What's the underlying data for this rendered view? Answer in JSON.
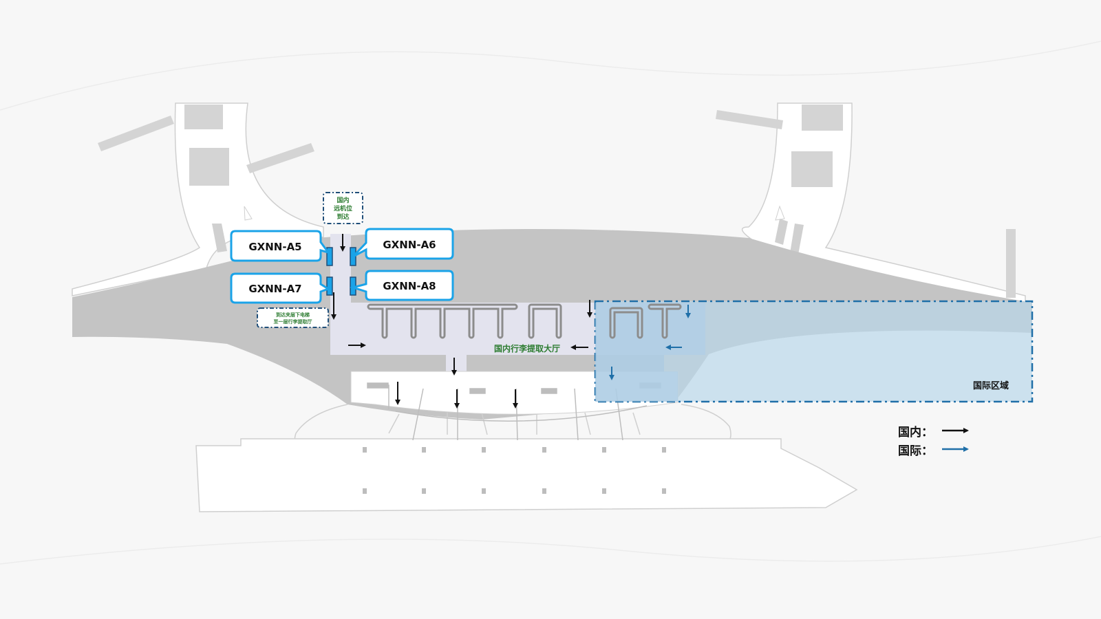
{
  "callouts": [
    {
      "label": "GXNN-A5"
    },
    {
      "label": "GXNN-A6"
    },
    {
      "label": "GXNN-A7"
    },
    {
      "label": "GXNN-A8"
    }
  ],
  "remote_stand_note": {
    "line1": "国内",
    "line2": "远机位",
    "line3": "到达"
  },
  "elevator_note": {
    "line1": "到达夹层下电梯",
    "line2": "至一层行李提取厅"
  },
  "domestic_hall_label": "国内行李提取大厅",
  "international_area_label": "国际区域",
  "legend": {
    "domestic": {
      "label": "国内：",
      "color": "#111111"
    },
    "international": {
      "label": "国际：",
      "color": "#1f6fa8"
    }
  },
  "colors": {
    "callout_border": "#1aa3e8",
    "gate_marker": "#1aa3e8",
    "international_zone_fill": "#b9d7ea",
    "international_zone_border": "#1f6fa8",
    "note_text": "#2e7d32",
    "floor_gray": "#c4c4c4",
    "hall_fill": "#e3e3ee"
  }
}
